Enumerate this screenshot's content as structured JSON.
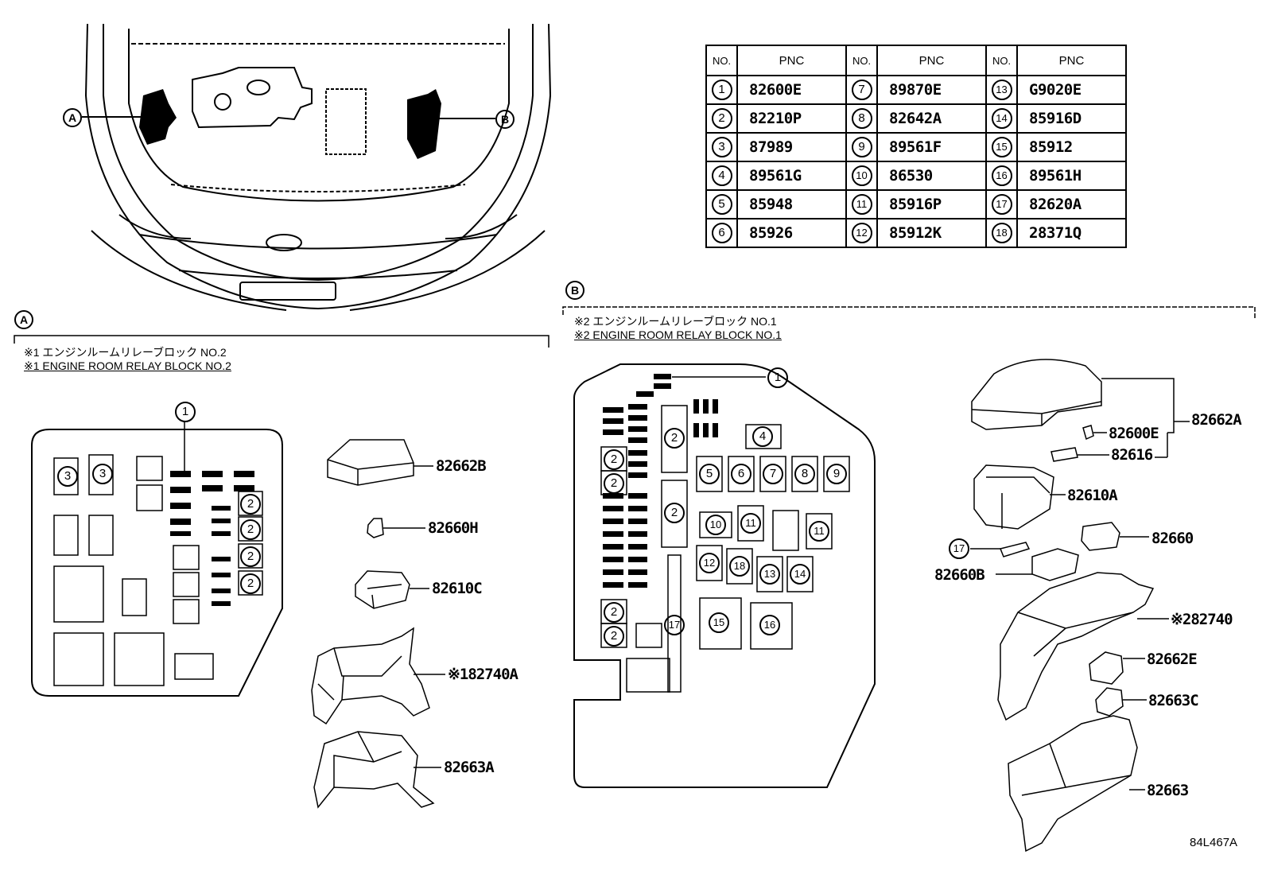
{
  "figure_code": "84L467A",
  "callouts": {
    "a": "A",
    "b": "B"
  },
  "table": {
    "headers": [
      "NO.",
      "PNC",
      "NO.",
      "PNC",
      "NO.",
      "PNC"
    ],
    "rows": [
      [
        {
          "no": "1",
          "pnc": "82600E"
        },
        {
          "no": "7",
          "pnc": "89870E"
        },
        {
          "no": "13",
          "pnc": "G9020E"
        }
      ],
      [
        {
          "no": "2",
          "pnc": "82210P"
        },
        {
          "no": "8",
          "pnc": "82642A"
        },
        {
          "no": "14",
          "pnc": "85916D"
        }
      ],
      [
        {
          "no": "3",
          "pnc": "87989"
        },
        {
          "no": "9",
          "pnc": "89561F"
        },
        {
          "no": "15",
          "pnc": "85912"
        }
      ],
      [
        {
          "no": "4",
          "pnc": "89561G"
        },
        {
          "no": "10",
          "pnc": "86530"
        },
        {
          "no": "16",
          "pnc": "89561H"
        }
      ],
      [
        {
          "no": "5",
          "pnc": "85948"
        },
        {
          "no": "11",
          "pnc": "85916P"
        },
        {
          "no": "17",
          "pnc": "82620A"
        }
      ],
      [
        {
          "no": "6",
          "pnc": "85926"
        },
        {
          "no": "12",
          "pnc": "85912K"
        },
        {
          "no": "18",
          "pnc": "28371Q"
        }
      ]
    ]
  },
  "section_a": {
    "note_jp": "※1 エンジンルームリレーブロック NO.2",
    "note_en": "※1 ENGINE ROOM RELAY BLOCK NO.2",
    "parts": [
      "82662B",
      "82660H",
      "82610C",
      "※182740A",
      "82663A"
    ]
  },
  "section_b": {
    "note_jp": "※2 エンジンルームリレーブロック NO.1",
    "note_en": "※2 ENGINE ROOM RELAY BLOCK NO.1",
    "parts": [
      "82662A",
      "82600E",
      "82616",
      "82610A",
      "82660",
      "82660B",
      "※282740",
      "82662E",
      "82663C",
      "82663"
    ]
  },
  "slot_labels": {
    "a": [
      "1",
      "3",
      "3",
      "2",
      "2",
      "2",
      "2"
    ],
    "b": [
      "1",
      "2",
      "2",
      "2",
      "2",
      "2",
      "2",
      "4",
      "5",
      "6",
      "7",
      "8",
      "9",
      "10",
      "11",
      "11",
      "12",
      "18",
      "13",
      "14",
      "15",
      "16",
      "17"
    ],
    "b_side": "17"
  }
}
